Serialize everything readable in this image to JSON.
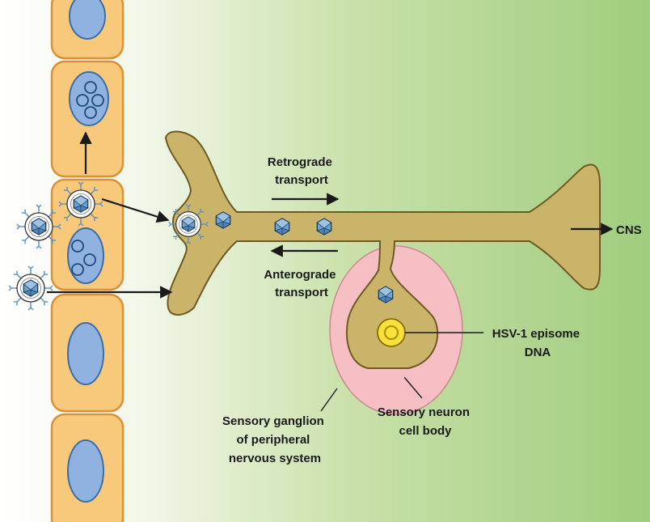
{
  "labels": {
    "retrograde_line1": "Retrograde",
    "retrograde_line2": "transport",
    "anterograde_line1": "Anterograde",
    "anterograde_line2": "transport",
    "cns": "CNS",
    "episome_line1": "HSV-1 episome",
    "episome_line2": "DNA",
    "neuron_line1": "Sensory neuron",
    "neuron_line2": "cell body",
    "ganglion_line1": "Sensory ganglion",
    "ganglion_line2": "of peripheral",
    "ganglion_line3": "nervous system"
  },
  "colors": {
    "background_gradient_start": "#ffffff",
    "background_gradient_end": "#a3cf80",
    "epithelial_cell_fill": "#f8c97a",
    "epithelial_cell_stroke": "#d9913a",
    "nucleus_fill": "#8fb2e0",
    "nucleus_stroke": "#3c6ea8",
    "neuron_fill": "#c9b46a",
    "neuron_stroke": "#6e5a22",
    "ganglion_fill": "#f6bfc3",
    "ganglion_stroke": "#c98990",
    "episome_outer": "#f7e23a",
    "episome_ring": "#c9a000",
    "virion_capsid": "#6fa3cf",
    "virion_envelope": "#ffffff",
    "arrow": "#1a1a1a"
  },
  "icons": {
    "virion": "hsv-virion-icon",
    "capsid": "viral-capsid-icon"
  }
}
